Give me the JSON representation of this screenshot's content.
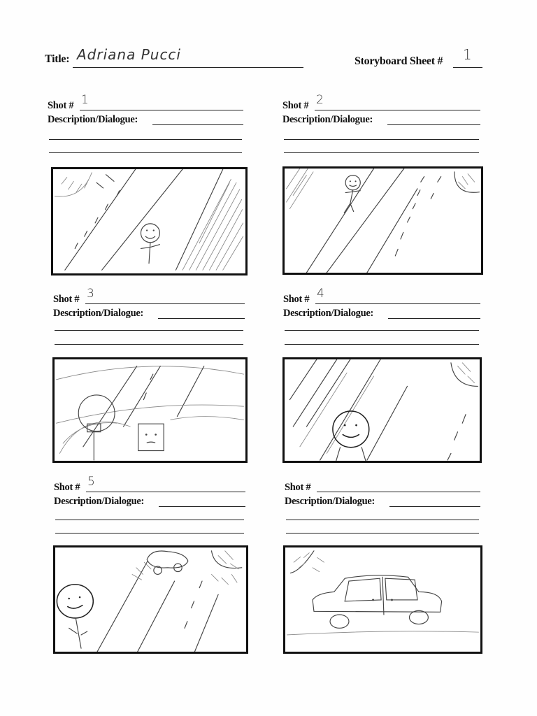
{
  "header": {
    "title_label": "Title:",
    "title_value": "Adriana Pucci",
    "sheet_label": "Storyboard Sheet #",
    "sheet_value": "1"
  },
  "shots": [
    {
      "shot_label": "Shot #",
      "shot_number": "1",
      "description_label": "Description/Dialogue:"
    },
    {
      "shot_label": "Shot #",
      "shot_number": "2",
      "description_label": "Description/Dialogue:"
    },
    {
      "shot_label": "Shot #",
      "shot_number": "3",
      "description_label": "Description/Dialogue:"
    },
    {
      "shot_label": "Shot #",
      "shot_number": "4",
      "description_label": "Description/Dialogue:"
    },
    {
      "shot_label": "Shot #",
      "shot_number": "5",
      "description_label": "Description/Dialogue:"
    },
    {
      "shot_label": "Shot #",
      "shot_number": "",
      "description_label": "Description/Dialogue:"
    }
  ]
}
